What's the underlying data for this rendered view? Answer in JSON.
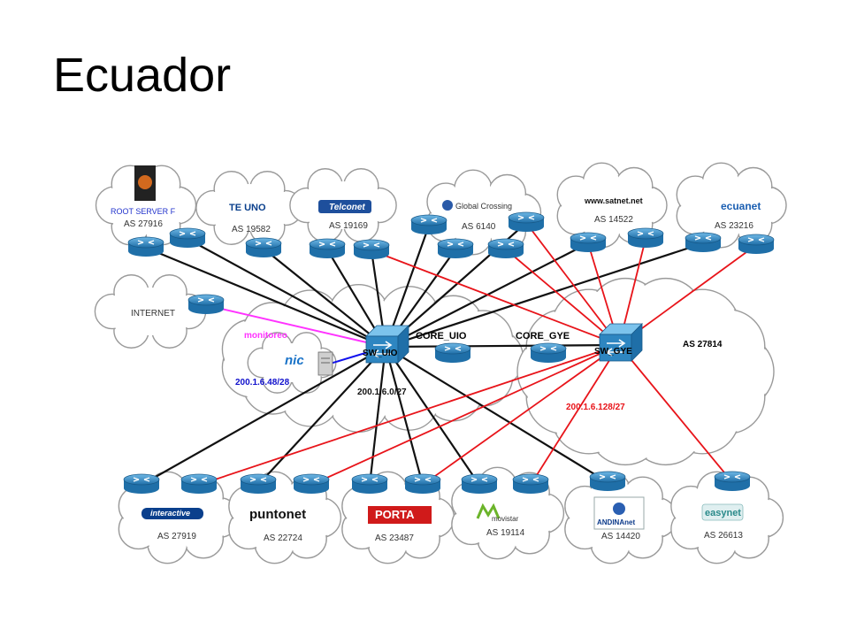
{
  "title": "Ecuador",
  "colors": {
    "link_black": "#111111",
    "link_red": "#e8141a",
    "link_magenta": "#ff33ff",
    "link_blue": "#1111ee",
    "router": "#3a8fc9",
    "switch": "#2e86c1",
    "cloud_stroke": "#9a9a9a",
    "cloud_fill": "#ffffff",
    "monitoreo_text": "#ff33ff",
    "red_subnet_text": "#e8141a",
    "blue_subnet_text": "#1111cc"
  },
  "top_clouds": [
    {
      "key": "root",
      "logo": "ROOT SERVER F",
      "as": "AS 27916"
    },
    {
      "key": "teuno",
      "logo": "TE UNO",
      "as": "AS 19582"
    },
    {
      "key": "telconet",
      "logo": "Telconet",
      "as": "AS 19169"
    },
    {
      "key": "gcross",
      "logo": "Global Crossing",
      "as": "AS 6140"
    },
    {
      "key": "satnet",
      "logo": "www.satnet.net",
      "as": "AS 14522"
    },
    {
      "key": "ecuanet",
      "logo": "ecuanet",
      "as": "AS 23216"
    }
  ],
  "bottom_clouds": [
    {
      "key": "interactive",
      "logo": "interactive",
      "as": "AS 27919"
    },
    {
      "key": "puntonet",
      "logo": "puntonet",
      "as": "AS 22724"
    },
    {
      "key": "porta",
      "logo": "PORTA",
      "as": "AS 23487"
    },
    {
      "key": "movistar",
      "logo": "movistar",
      "as": "AS 19114"
    },
    {
      "key": "andinanet",
      "logo": "ANDINAnet",
      "as": "AS 14420"
    },
    {
      "key": "easynet",
      "logo": "easynet",
      "as": "AS 26613"
    }
  ],
  "internet_label": "INTERNET",
  "monitoreo_label": "monitoreo",
  "nic_label": "nic",
  "nic_subnet": "200.1.6.48/28",
  "sw_uio_label": "SW_UIO",
  "sw_gye_label": "SW_GYE",
  "core_uio_label": "CORE_UIO",
  "core_gye_label": "CORE_GYE",
  "uio_subnet": "200.1.6.0/27",
  "gye_subnet": "200.1.6.128/27",
  "gye_as": "AS 27814"
}
